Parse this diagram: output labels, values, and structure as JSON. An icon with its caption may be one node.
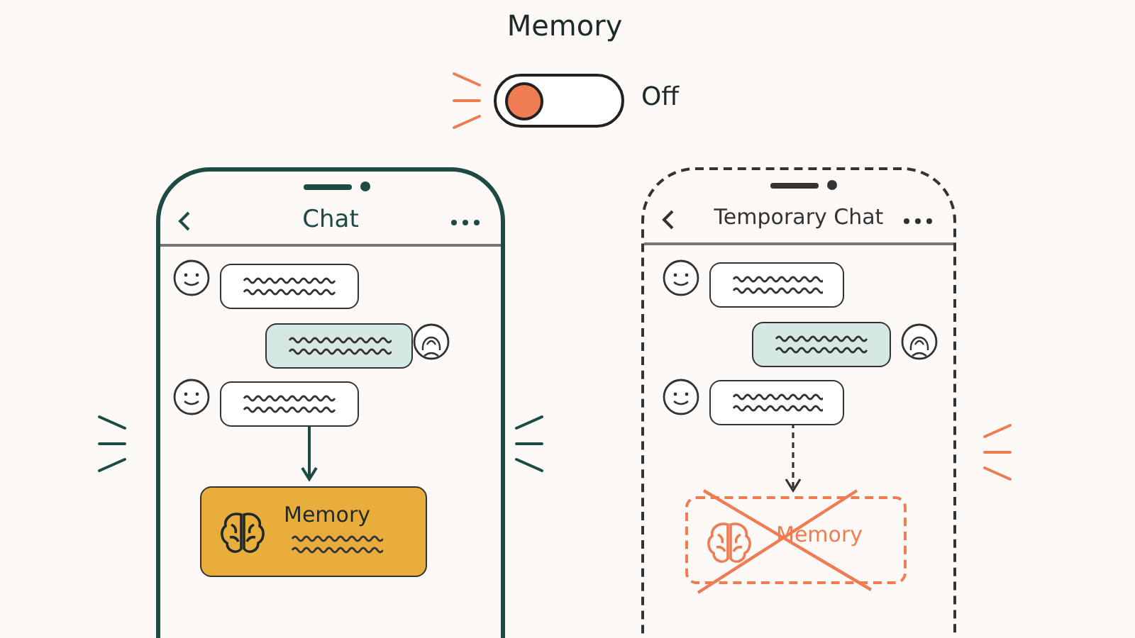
{
  "diagram": {
    "nodes": [
      {
        "text": [
          "Chat"
        ]
      },
      {
        "text": [],
        "shape": "box",
        "in": 0
      },
      {
        "text": [],
        "shape": "box",
        "in": 0
      },
      {
        "text": [],
        "shape": "box",
        "in": 0
      },
      {
        "text": [
          "Memory"
        ],
        "in": 0
      },
      {
        "text": [
          "Temporary Chat"
        ]
      },
      {
        "text": [],
        "shape": "box",
        "in": 5
      },
      {
        "text": [],
        "shape": "box",
        "in": 5
      },
      {
        "text": [],
        "shape": "box",
        "in": 5
      },
      {
        "text": [
          "Memory"
        ],
        "in": 5
      }
    ],
    "edges": [
      {
        "from": 3,
        "to": 4,
        "arrow": "to"
      },
      {
        "from": 8,
        "to": 9,
        "arrow": "to",
        "style": "dashed",
        "color": "#333333"
      }
    ],
    "labels": [
      "Memory",
      "Off"
    ]
  }
}
